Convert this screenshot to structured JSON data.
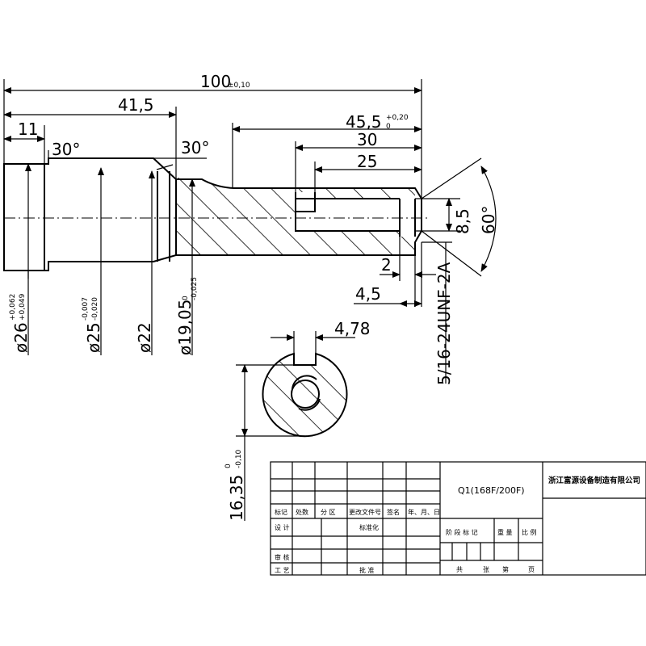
{
  "dimensions": {
    "overall": {
      "value": "100",
      "tol": "±0,10"
    },
    "d41_5": "41,5",
    "d11": "11",
    "chamfer_left": "30°",
    "chamfer_mid": "30°",
    "d45_5": {
      "value": "45,5",
      "upper": "+0,20",
      "lower": "0"
    },
    "d30": "30",
    "d25": "25",
    "bore": "8,5",
    "cone_angle": "60°",
    "d2": "2",
    "d4_5": "4,5",
    "thread": "5/16-24UNF-2A",
    "dia26": {
      "value": "ø26",
      "upper": "+0,062",
      "lower": "+0,049"
    },
    "dia25": {
      "value": "ø25",
      "upper": "-0,007",
      "lower": "-0,020"
    },
    "dia22": "ø22",
    "dia19": {
      "value": "ø19,05",
      "upper": "0",
      "lower": "-0,025"
    },
    "key_width": "4,78",
    "flat_depth": {
      "value": "16,35",
      "upper": "0",
      "lower": "-0,10"
    }
  },
  "title_block": {
    "part_name": "Q1(168F/200F)",
    "company": "浙江富源设备制造有限公司",
    "headers": [
      "标记",
      "处数",
      "分 区",
      "更改文件号",
      "签名",
      "年、月、日"
    ],
    "row_design": "设 计",
    "row_std": "标准化",
    "row_review": "审 核",
    "row_process": "工 艺",
    "row_approve": "批 准",
    "stage_labels": [
      "阶 段 标 记",
      "重 量",
      "比 例"
    ],
    "sheet_labels": [
      "共",
      "张",
      "第",
      "页"
    ]
  }
}
